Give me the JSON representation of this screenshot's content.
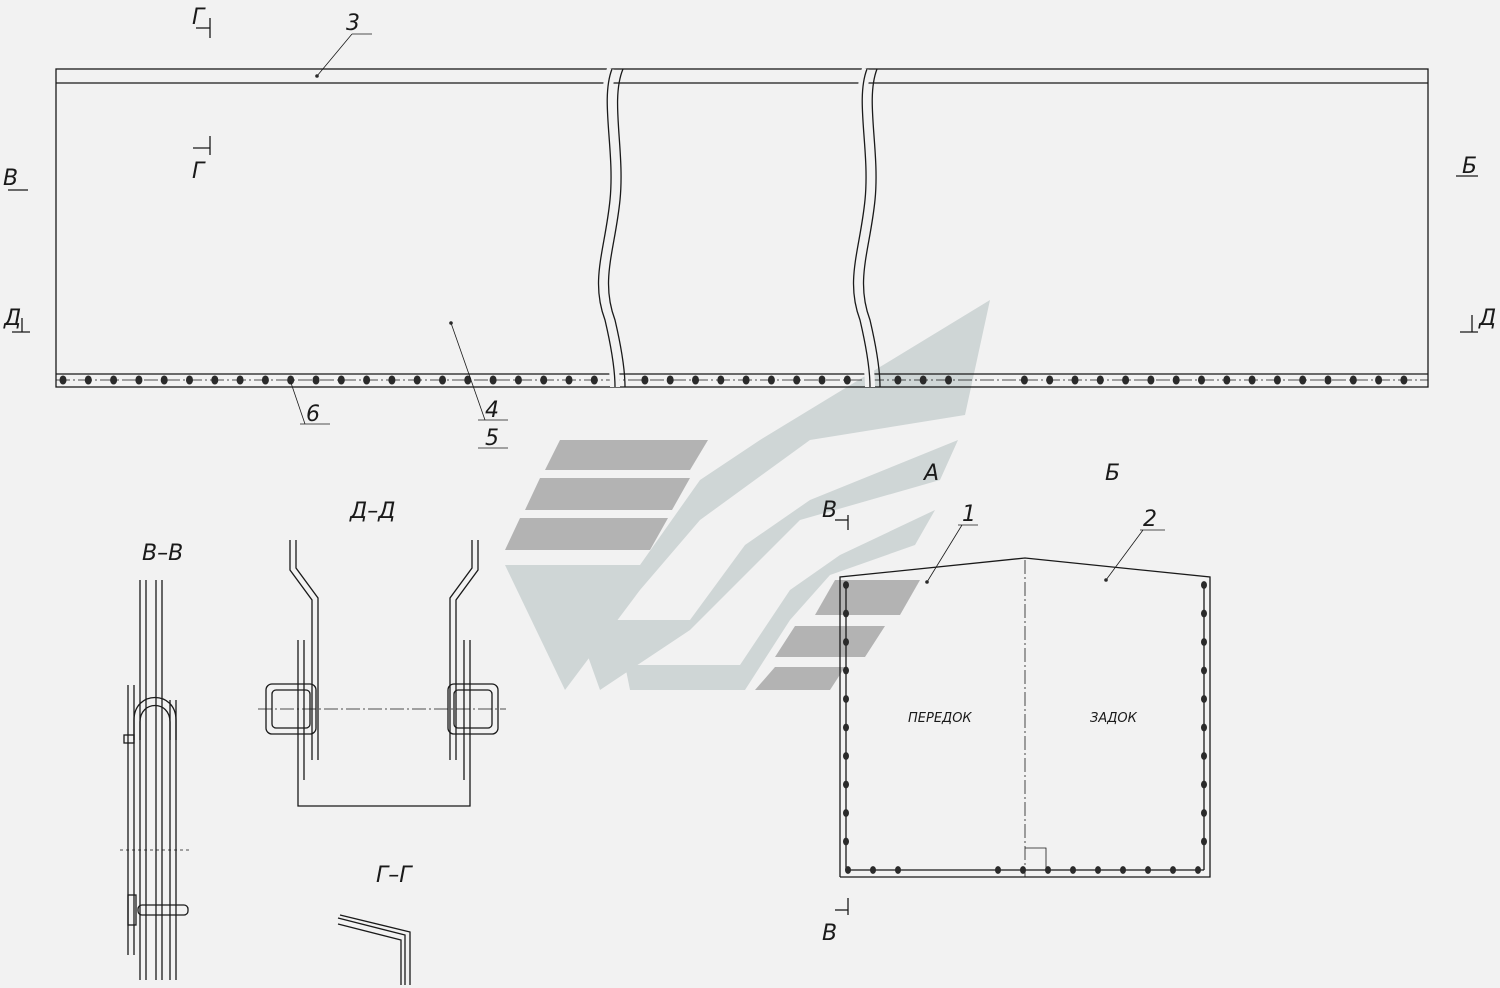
{
  "watermark": {
    "grey": "#b3b3b3",
    "teal": "#cfd6d6"
  },
  "callouts": {
    "n1": "1",
    "n2": "2",
    "n3": "3",
    "n4": "4",
    "n5": "5",
    "n6": "6"
  },
  "section_marks": {
    "g_top": "Г",
    "g_mid": "Г",
    "v_left": "В",
    "b_right": "Б",
    "d_left": "Д",
    "d_right": "Д",
    "v_view_top": "В",
    "v_view_bottom": "В"
  },
  "view_titles": {
    "a": "А",
    "b": "Б",
    "vv": "В–В",
    "dd": "Д–Д",
    "gg": "Г–Г"
  },
  "panel_labels": {
    "front": "ПЕРЕДОК",
    "rear": "ЗАДОК"
  }
}
